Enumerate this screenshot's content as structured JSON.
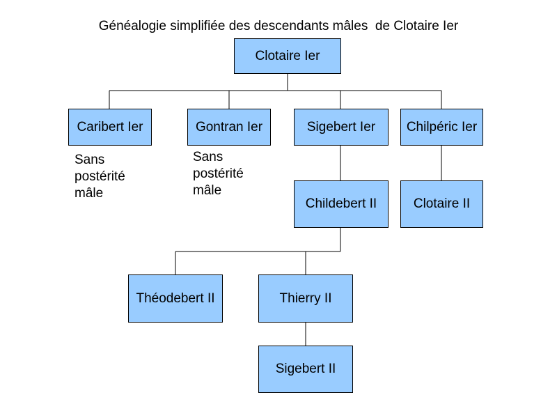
{
  "title": "Généalogie simplifiée des descendants mâles  de Clotaire Ier",
  "nodes": {
    "clotaire_i": "Clotaire Ier",
    "caribert_i": "Caribert Ier",
    "gontran_i": "Gontran Ier",
    "sigebert_i": "Sigebert Ier",
    "chilperic_i": "Chilpéric Ier",
    "childebert_ii": "Childebert II",
    "clotaire_ii": "Clotaire II",
    "theodebert_ii": "Théodebert II",
    "thierry_ii": "Thierry II",
    "sigebert_ii": "Sigebert II"
  },
  "notes": {
    "caribert": [
      "Sans",
      "postérité",
      "mâle"
    ],
    "gontran": [
      "Sans",
      "postérité",
      "mâle"
    ]
  },
  "colors": {
    "node_fill": "#99ccff",
    "line": "#000000"
  }
}
